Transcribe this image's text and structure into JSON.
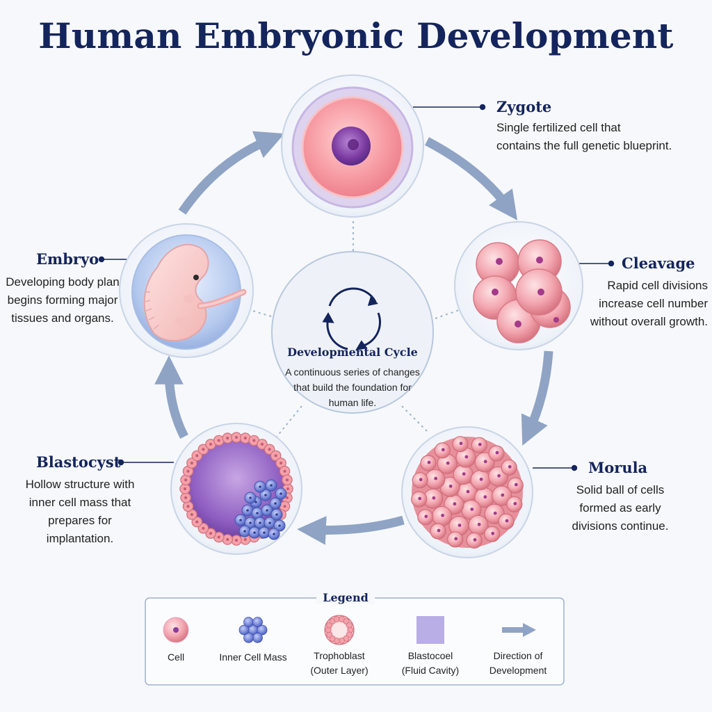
{
  "title": "Human Embryonic Development",
  "stages": [
    {
      "id": "zygote",
      "name": "Zygote",
      "description": [
        "Single fertilized cell that",
        "contains the full genetic blueprint."
      ]
    },
    {
      "id": "cleavage",
      "name": "Cleavage",
      "description": [
        "Rapid cell divisions",
        "increase cell number",
        "without overall growth."
      ]
    },
    {
      "id": "morula",
      "name": "Morula",
      "description": [
        "Solid ball of cells",
        "formed as early",
        "divisions continue."
      ]
    },
    {
      "id": "blastocyst",
      "name": "Blastocyst",
      "description": [
        "Hollow structure with",
        "inner cell mass that",
        "prepares for",
        "implantation."
      ]
    },
    {
      "id": "embryo",
      "name": "Embryo",
      "description": [
        "Developing body plan",
        "begins forming major",
        "tissues and organs."
      ]
    }
  ],
  "center": {
    "title": "Developmental Cycle",
    "description": [
      "A continuous series of changes",
      "that build the foundation for",
      "human life."
    ]
  },
  "legend": {
    "title": "Legend",
    "items": [
      {
        "icon": "cell-icon",
        "label": [
          "Cell"
        ]
      },
      {
        "icon": "inner-cell-mass-icon",
        "label": [
          "Inner Cell Mass"
        ]
      },
      {
        "icon": "trophoblast-icon",
        "label": [
          "Trophoblast",
          "(Outer Layer)"
        ]
      },
      {
        "icon": "blastocoel-icon",
        "label": [
          "Blastocoel",
          "(Fluid Cavity)"
        ]
      },
      {
        "icon": "direction-arrow-icon",
        "label": [
          "Direction of",
          "Development"
        ]
      }
    ]
  },
  "colors": {
    "title": "#14245c",
    "arrow": "#8fa3c4",
    "cell_pink": "#f2a4ad",
    "nucleus_purple": "#8a3d99",
    "inner_cell_mass_blue": "#6f7fd6",
    "blastocoel_lavender": "#b9aee6"
  }
}
